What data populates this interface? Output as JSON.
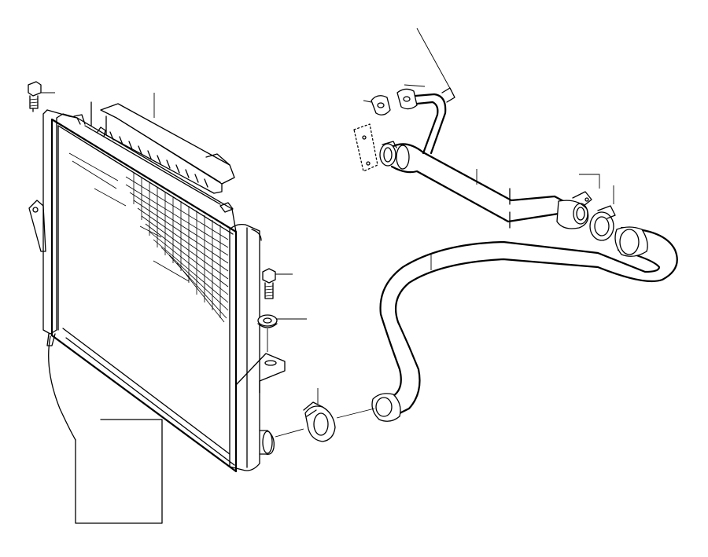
{
  "diagram": {
    "style": "technical exploded-view line drawing",
    "ink_color": "#000000",
    "paper_color": "#ffffff",
    "parts": [
      {
        "id": "radiator",
        "icon": "radiator-core"
      },
      {
        "id": "upper-shroud",
        "icon": "fan-shroud-bracket"
      },
      {
        "id": "mounting-bolt-left",
        "icon": "bolt"
      },
      {
        "id": "mounting-bolt-right",
        "icon": "bolt"
      },
      {
        "id": "rubber-grommet",
        "icon": "grommet"
      },
      {
        "id": "upper-pipe",
        "icon": "coolant-pipe"
      },
      {
        "id": "pipe-flange-gaskets",
        "icon": "gasket"
      },
      {
        "id": "pipe-hose-clamp-upper",
        "icon": "hose-clamp"
      },
      {
        "id": "lower-radiator-hose",
        "icon": "coolant-hose"
      },
      {
        "id": "hose-clamp-lower",
        "icon": "hose-clamp"
      }
    ],
    "callout_labels": []
  }
}
